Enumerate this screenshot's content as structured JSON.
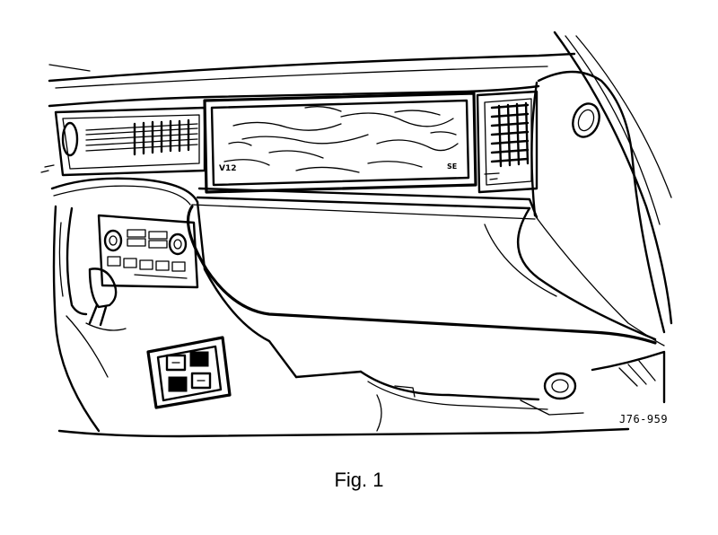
{
  "figure": {
    "reference_code": "J76-959",
    "caption": "Fig. 1",
    "badges": {
      "left": "V12",
      "right": "SE"
    }
  },
  "colors": {
    "line": "#000000",
    "background": "#ffffff"
  }
}
